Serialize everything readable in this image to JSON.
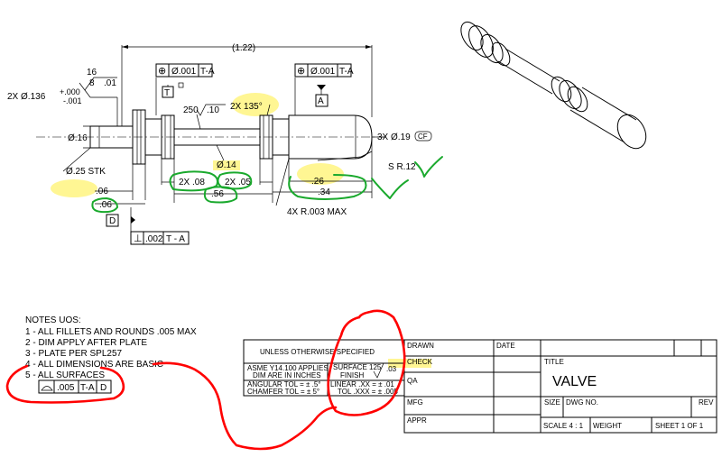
{
  "drawing": {
    "overall_length": "(1.22)",
    "fcf_left": {
      "symbol": "⊕",
      "tolerance": "Ø.001",
      "datums": "T-A"
    },
    "fcf_right": {
      "symbol": "⊕",
      "tolerance": "Ø.001",
      "datums": "T-A"
    },
    "datum_t": "T",
    "datum_a": "A",
    "datum_d": "D",
    "finish_16": "16",
    "finish_8": "8",
    "finish_01": ".01",
    "dia_136": "2X Ø.136",
    "tol_plus": "+.000",
    "tol_minus": "-.001",
    "finish_250": "250",
    "finish_10": ".10",
    "angle_135": "2X 135°",
    "dia_16": "Ø.16",
    "dia_19": "3X Ø.19",
    "cf": "CF",
    "dia_14": "Ø.14",
    "sr12": "S R.12",
    "stk": "Ø.25 STK",
    "dim_06_top": ".06",
    "dim_06_bot": ".06",
    "dim_2x08": "2X .08",
    "dim_2x05": "2X .05",
    "dim_56": ".56",
    "dim_26": ".26",
    "dim_34": ".34",
    "r003": "4X R.003 MAX",
    "perp_fcf": {
      "symbol": "⊥",
      "tolerance": ".002",
      "datums": "T - A"
    }
  },
  "notes": {
    "title": "NOTES UOS:",
    "items": [
      "1 - ALL FILLETS AND ROUNDS .005 MAX",
      "2 - DIM APPLY AFTER PLATE",
      "3 - PLATE PER SPL257",
      "4 - ALL DIMENSIONS ARE BASIC",
      "5 - ALL SURFACES"
    ],
    "profile_fcf": {
      "symbol": "⌓",
      "tolerance": ".005",
      "datums": "T-A",
      "datum2": "D"
    }
  },
  "title_block": {
    "unless": "UNLESS OTHERWISE SPECIFIED",
    "asme_line1": "ASME Y14.100 APPLIES",
    "asme_line2": "DIM ARE IN  INCHES",
    "surface_line1": "SURFACE  125",
    "surface_line2": "FINISH",
    "surface_val": ".03",
    "angular": "ANGULAR TOL  =  ± .5°",
    "chamfer": "CHAMFER TOL  =  ± 5°",
    "linear_line1": "LINEAR .XX    =  ± .01",
    "linear_line2": "TOL   .XXX = ± .005",
    "drawn": "DRAWN",
    "date": "DATE",
    "check": "CHECK",
    "qa": "QA",
    "mfg": "MFG",
    "appr": "APPR",
    "title_label": "TITLE",
    "title_value": "VALVE",
    "size_label": "SIZE",
    "dwg_no": "DWG NO.",
    "rev": "REV",
    "scale": "SCALE 4 : 1",
    "weight": "WEIGHT",
    "sheet": "SHEET 1 OF 1"
  }
}
